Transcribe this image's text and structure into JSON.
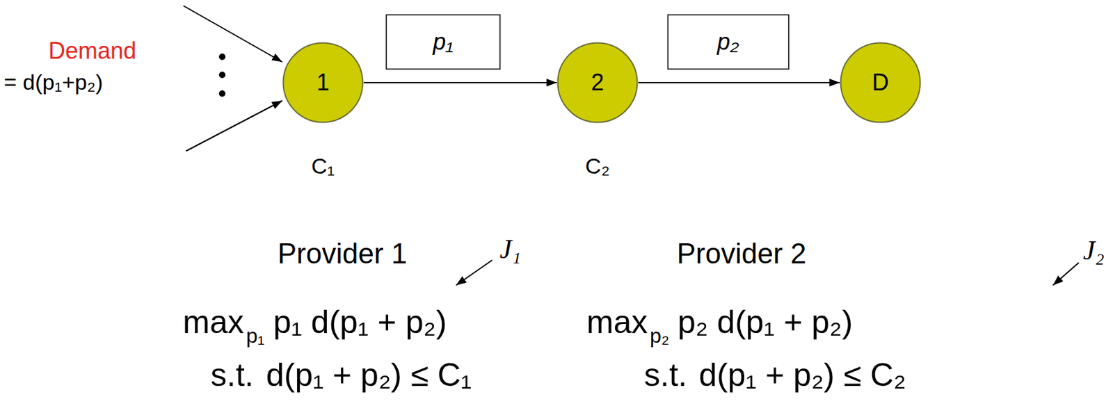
{
  "diagram": {
    "nodes": [
      {
        "text": [
          "1"
        ]
      },
      {
        "text": [
          "p₁"
        ]
      },
      {
        "text": [
          "2"
        ]
      },
      {
        "text": [
          "p₂"
        ]
      },
      {
        "text": [
          "D"
        ]
      }
    ],
    "edges": [
      {
        "from": 0,
        "to": 2,
        "arrow": "to"
      },
      {
        "from": 2,
        "to": 4,
        "arrow": "to"
      }
    ],
    "labels": [
      "Demand",
      "= d(p₁+p₂)",
      "C₁",
      "C₂",
      "Provider 1",
      "J₁",
      "Provider 2",
      "J₂",
      "max",
      "p₁",
      "p₁ d(p₁ + p₂)",
      "s.t.",
      "d(p₁ + p₂) ≤ C₁",
      "max",
      "p₂",
      "p₂ d(p₁ + p₂)",
      "s.t.",
      "d(p₁ + p₂) ≤ C₂"
    ]
  }
}
